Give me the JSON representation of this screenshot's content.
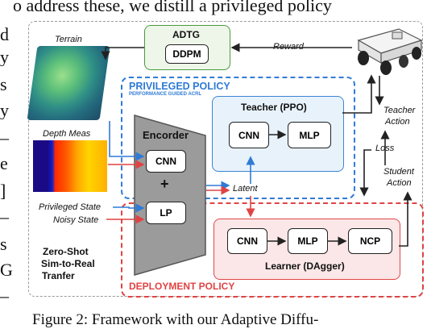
{
  "page_text": {
    "top_line": "o address these, we distill a privileged policy",
    "left_column": [
      "d",
      "y",
      "s",
      "y",
      "–",
      "e",
      "]",
      "–",
      "s",
      "G",
      "–"
    ],
    "caption": "Figure 2: Framework with our Adaptive Diffu-"
  },
  "diagram": {
    "adtg": {
      "title": "ADTG",
      "inner": "DDPM"
    },
    "privileged": {
      "title": "PRIVILEGED POLICY",
      "subtitle": "PERFORMANCE GUIDED ACRL"
    },
    "teacher": {
      "title": "Teacher (PPO)",
      "cnn": "CNN",
      "mlp": "MLP"
    },
    "encoder": {
      "title": "Encorder",
      "cnn": "CNN",
      "plus": "+",
      "lp": "LP"
    },
    "inputs": {
      "terrain": "Terrain",
      "depth": "Depth Meas",
      "privileged_state": "Privileged State",
      "noisy_state": "Noisy State"
    },
    "edge_labels": {
      "reward": "Reward",
      "latent": "Latent",
      "teacher_action": [
        "Teacher",
        "Action"
      ],
      "loss": "Loss",
      "student_action": [
        "Student",
        "Action"
      ]
    },
    "learner": {
      "title": "Learner (DAgger)",
      "cnn": "CNN",
      "mlp": "MLP",
      "ncp": "NCP"
    },
    "deployment": {
      "title": "DEPLOYMENT POLICY"
    },
    "zero_shot": [
      "Zero-Shot",
      "Sim-to-Real",
      "Tranfer"
    ],
    "colors": {
      "privileged": "#2f7bd6",
      "deployment": "#e04343",
      "adtg": "#4a9a3f"
    },
    "icons": [
      "terrain-image",
      "depth-image",
      "robot-icon"
    ]
  }
}
